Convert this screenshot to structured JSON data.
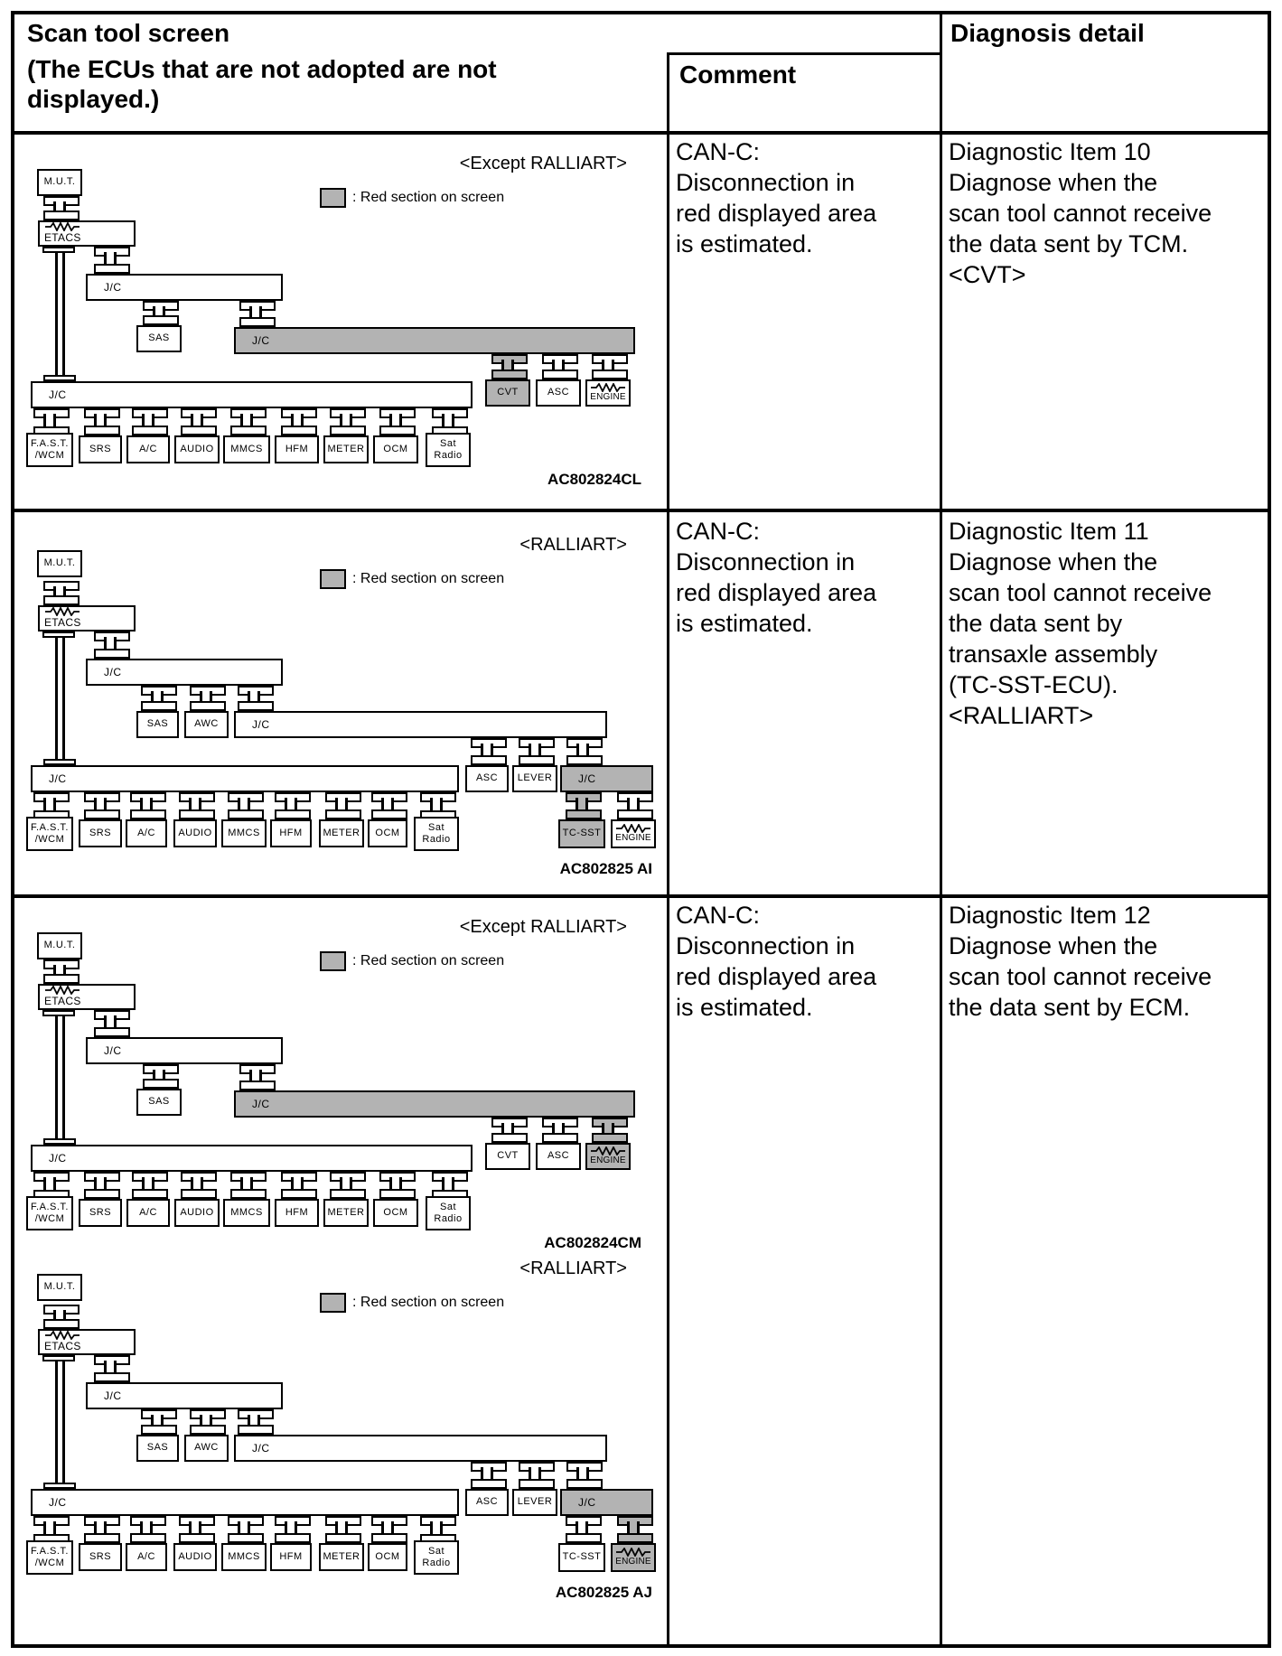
{
  "header": {
    "col1_title": "Scan tool screen",
    "col1_subtitle": "(The ECUs that are not adopted are not\ndisplayed.)",
    "col2_title": "Comment",
    "col3_title": "Diagnosis detail"
  },
  "legend_label": ": Red section on screen",
  "nodes": {
    "mut": "M.U.T.",
    "etacs": "ETACS",
    "jc": "J/C",
    "sas": "SAS",
    "awc": "AWC",
    "cvt": "CVT",
    "asc": "ASC",
    "lever": "LEVER",
    "engine": "ENGINE",
    "tcsst": "TC-SST"
  },
  "ecus": [
    "F.A.S.T.\n/WCM",
    "SRS",
    "A/C",
    "AUDIO",
    "MMCS",
    "HFM",
    "METER",
    "OCM",
    "Sat\nRadio"
  ],
  "rows": [
    {
      "comment": "CAN-C:\nDisconnection in\nred displayed area\nis estimated.",
      "diagnosis": "Diagnostic Item 10\nDiagnose when the\nscan tool cannot receive\nthe data sent by TCM.\n<CVT>",
      "diagrams": [
        {
          "title": "<Except RALLIART>",
          "id_label": "AC802824CL"
        }
      ]
    },
    {
      "comment": "CAN-C:\nDisconnection in\nred displayed area\nis estimated.",
      "diagnosis": "Diagnostic Item 11\nDiagnose when the\nscan tool cannot receive\nthe data sent by\ntransaxle assembly\n(TC-SST-ECU).\n<RALLIART>",
      "diagrams": [
        {
          "title": "<RALLIART>",
          "id_label": "AC802825 AI"
        }
      ]
    },
    {
      "comment": "CAN-C:\nDisconnection in\nred displayed area\nis estimated.",
      "diagnosis": "Diagnostic Item 12\nDiagnose when the\nscan tool cannot receive\nthe data sent by ECM.",
      "diagrams": [
        {
          "title": "<Except RALLIART>",
          "id_label": "AC802824CM"
        },
        {
          "title": "<RALLIART>",
          "id_label": "AC802825 AJ"
        }
      ]
    }
  ],
  "colors": {
    "highlight_gray": "#b3b3b3",
    "line_black": "#000000"
  }
}
